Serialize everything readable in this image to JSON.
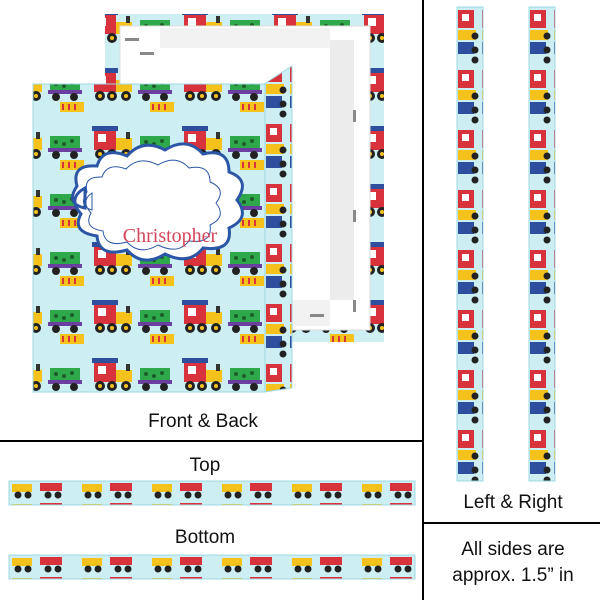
{
  "product": {
    "name_on_label": "Christopher",
    "front_back_label": "Front & Back",
    "top_label": "Top",
    "bottom_label": "Bottom",
    "left_right_label": "Left & Right",
    "note_line1": "All sides are",
    "note_line2": "approx. 1.5” in"
  },
  "colors": {
    "background_blue": "#cdeef3",
    "train_red": "#d8323c",
    "train_yellow": "#f5c21b",
    "train_blue": "#2e4f9e",
    "train_green": "#2ea84a",
    "train_purple": "#6a3fa0",
    "label_blue_border": "#2b56a6",
    "name_text": "#d6465a"
  }
}
